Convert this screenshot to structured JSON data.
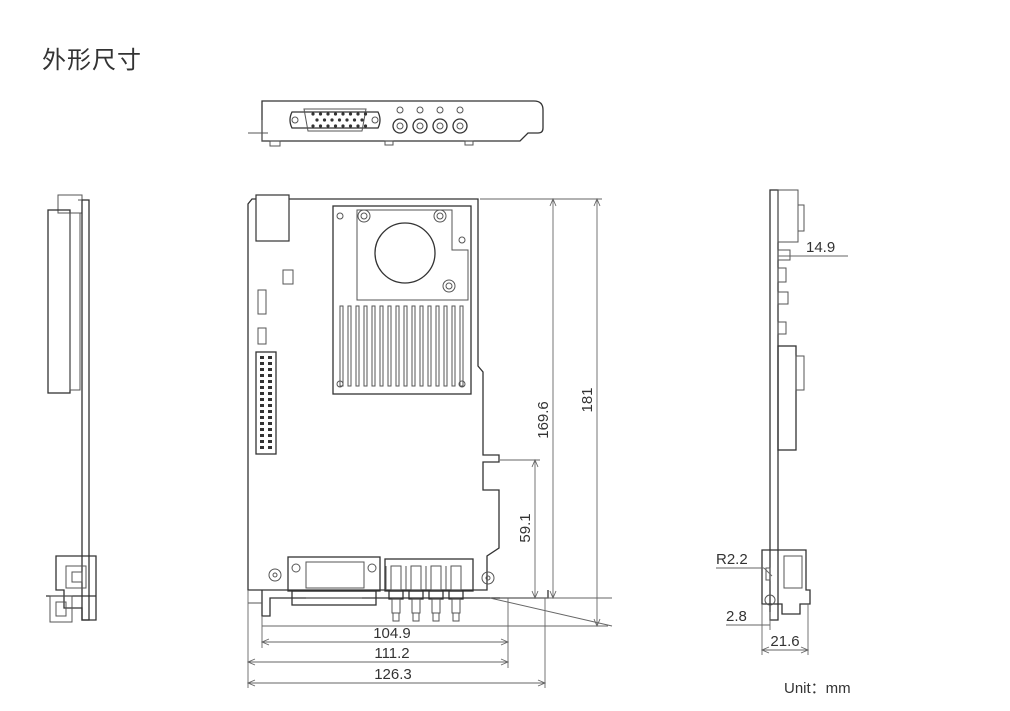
{
  "title": "外形尺寸",
  "unit_label": "Unit：mm",
  "dimensions": {
    "height_inner": "169.6",
    "height_total": "181",
    "height_lower": "59.1",
    "width_104_9": "104.9",
    "width_111_2": "111.2",
    "width_126_3": "126.3",
    "side_component": "14.9",
    "side_radius": "R2.2",
    "side_2_8": "2.8",
    "side_21_6": "21.6"
  },
  "colors": {
    "line": "#333333",
    "dimension": "#666666",
    "text": "#333333"
  }
}
